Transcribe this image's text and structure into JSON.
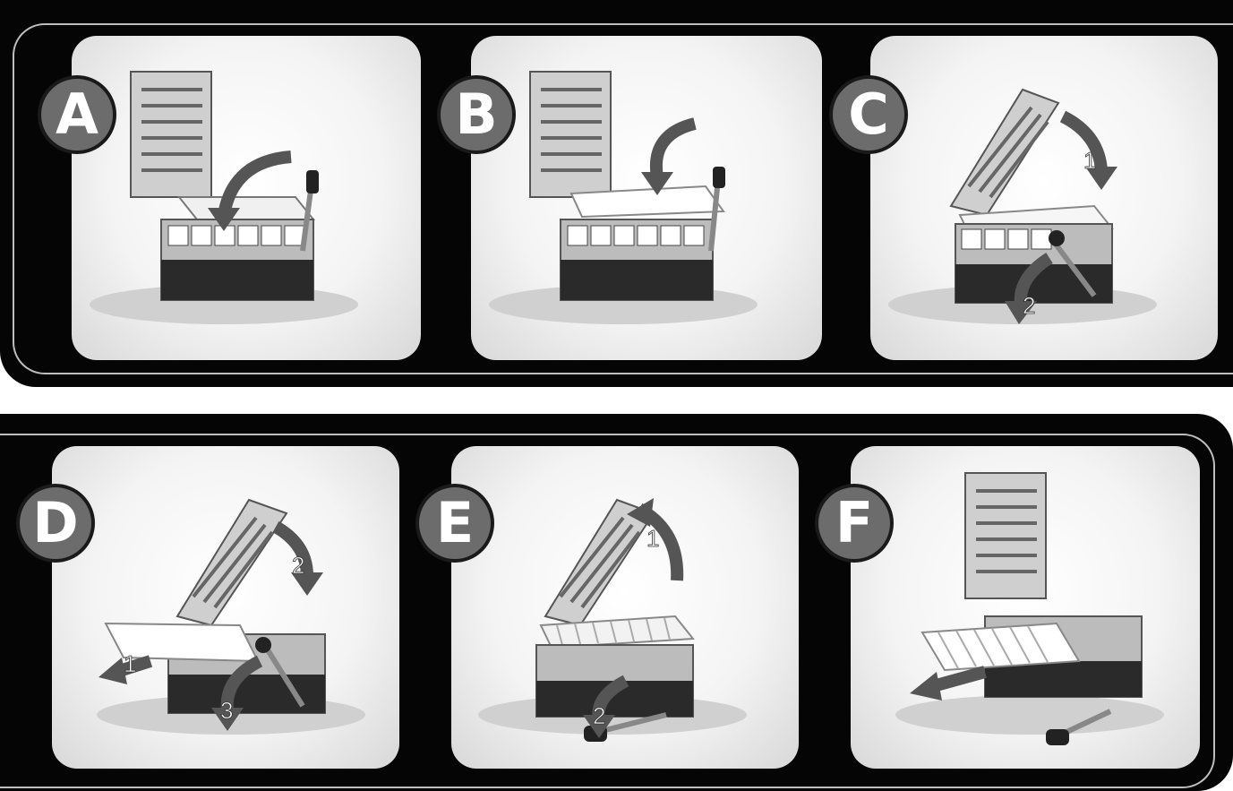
{
  "steps": [
    {
      "letter": "A",
      "numbers": []
    },
    {
      "letter": "B",
      "numbers": []
    },
    {
      "letter": "C",
      "numbers": [
        "1",
        "2"
      ]
    },
    {
      "letter": "D",
      "numbers": [
        "1",
        "2",
        "3"
      ]
    },
    {
      "letter": "E",
      "numbers": [
        "1",
        "2"
      ]
    },
    {
      "letter": "F",
      "numbers": []
    }
  ]
}
